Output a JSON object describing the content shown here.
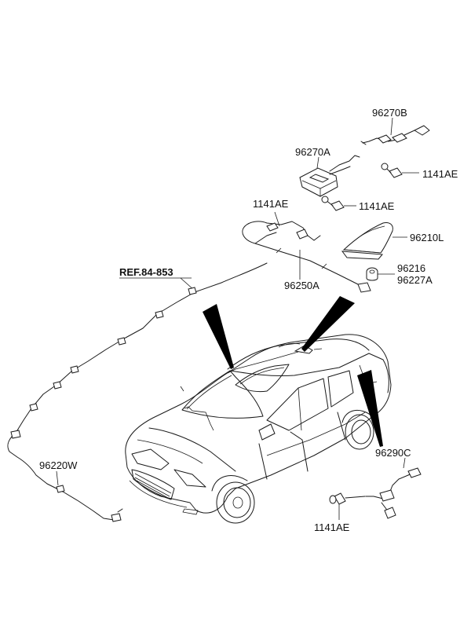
{
  "labels": {
    "p96270B": "96270B",
    "p96270A": "96270A",
    "p1141AE_top": "1141AE",
    "p1141AE_mid": "1141AE",
    "p1141AE_left": "1141AE",
    "p96210L": "96210L",
    "p96216": "96216",
    "p96227A": "96227A",
    "p96250A": "96250A",
    "ref": "REF.84-853",
    "p96220W": "96220W",
    "p96290C": "96290C",
    "p1141AE_bottom": "1141AE"
  }
}
